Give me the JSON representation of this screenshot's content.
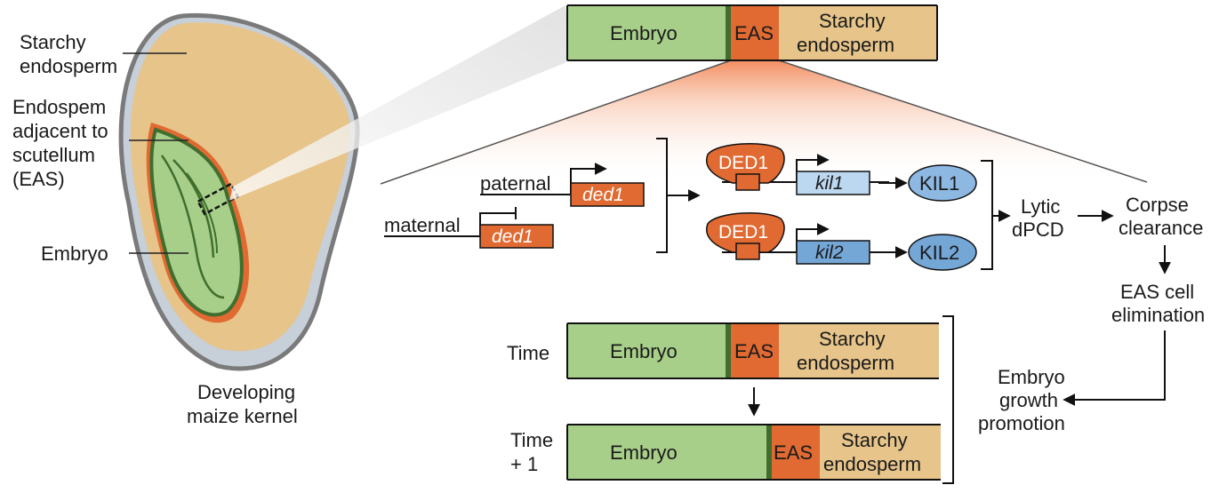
{
  "kernel": {
    "label_line1": "Starchy",
    "label_line2": "endosperm",
    "eas_line1": "Endospem",
    "eas_line2": "adjacent to",
    "eas_line3": "scutellum",
    "eas_line4": "(EAS)",
    "embryo": "Embryo",
    "caption_line1": "Developing",
    "caption_line2": "maize kernel"
  },
  "top_strip": {
    "embryo": "Embryo",
    "eas": "EAS",
    "endo_line1": "Starchy",
    "endo_line2": "endosperm"
  },
  "genes": {
    "paternal": "paternal",
    "maternal": "maternal",
    "ded1_gene": "ded1",
    "ded1_protein": "DED1",
    "kil1_gene": "kil1",
    "kil2_gene": "kil2",
    "kil1_protein": "KIL1",
    "kil2_protein": "KIL2"
  },
  "process": {
    "lytic_line1": "Lytic",
    "lytic_line2": "dPCD",
    "corpse_line1": "Corpse",
    "corpse_line2": "clearance",
    "elim_line1": "EAS cell",
    "elim_line2": "elimination",
    "growth_line1": "Embryo",
    "growth_line2": "growth",
    "growth_line3": "promotion"
  },
  "timeline": {
    "time_label": "Time",
    "time1_line1": "Time",
    "time1_line2": "+ 1",
    "embryo": "Embryo",
    "eas": "EAS",
    "endo_line1": "Starchy",
    "endo_line2": "endosperm"
  },
  "colors": {
    "embryo_green": "#a8cf8a",
    "embryo_dark": "#3f6e2e",
    "eas_orange": "#e06a32",
    "endosperm_tan": "#e6c48a",
    "kil1_fill": "#bcd8f0",
    "kil2_fill": "#74a6d6",
    "protein_blue": "#8db8e2"
  }
}
